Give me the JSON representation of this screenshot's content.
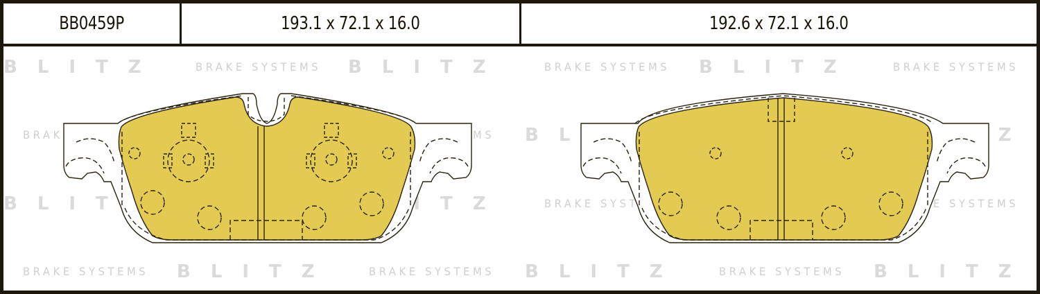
{
  "header": {
    "part_number": "BB0459P",
    "dims_left": "193.1 x 72.1 x 16.0",
    "dims_right": "192.6 x 72.1 x 16.0"
  },
  "watermark": {
    "brand": "BLITZ",
    "tagline": "BRAKE SYSTEMS"
  },
  "colors": {
    "pad_fill": "#e3ca52",
    "outline": "#2a2211",
    "border": "#1e170b",
    "watermark": "#d8d8d8"
  },
  "pads": [
    {
      "name": "left-pad",
      "width_mm": "193.1",
      "height_mm": "72.1",
      "thickness_mm": "16.0"
    },
    {
      "name": "right-pad",
      "width_mm": "192.6",
      "height_mm": "72.1",
      "thickness_mm": "16.0"
    }
  ]
}
